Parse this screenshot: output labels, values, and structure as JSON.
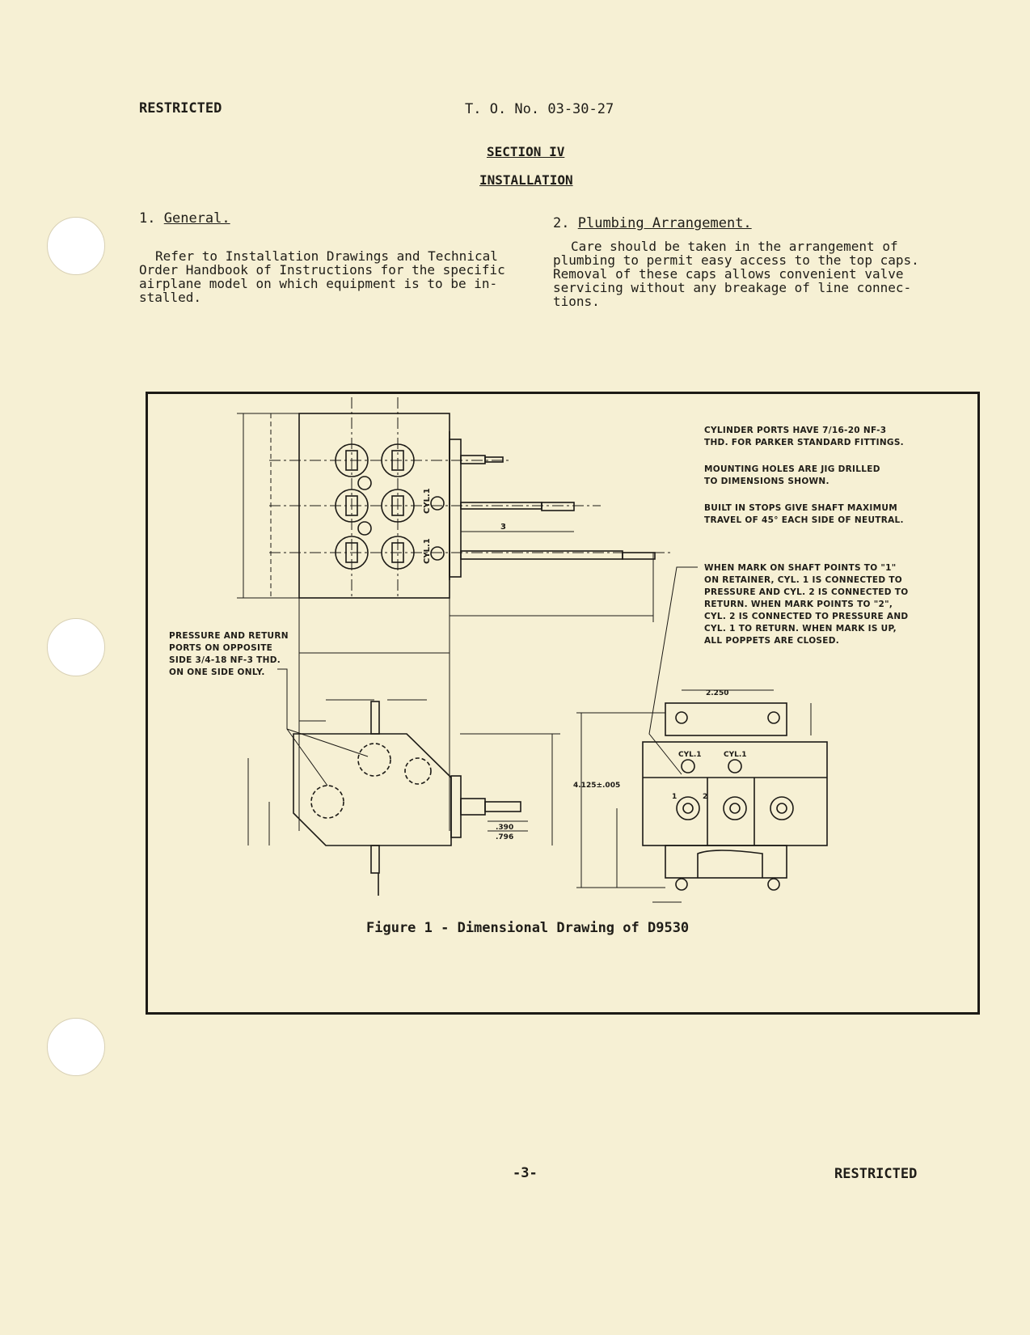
{
  "header": {
    "classification": "RESTRICTED",
    "order_number": "T. O. No. 03-30-27"
  },
  "section": {
    "number": "SECTION IV",
    "title": "INSTALLATION"
  },
  "paragraphs": [
    {
      "heading_num": "1.",
      "heading": "General.",
      "lines": [
        "Refer to Installation Drawings and Technical",
        "Order Handbook of Instructions for the specific",
        "airplane model on which equipment is to be in-",
        "stalled."
      ]
    },
    {
      "heading_num": "2.",
      "heading": "Plumbing Arrangement.",
      "lines": [
        "Care should be taken in the arrangement of",
        "plumbing to permit easy access to the top caps.",
        "Removal of these caps allows convenient valve",
        "servicing without any breakage of line connec-",
        "tions."
      ]
    }
  ],
  "figure": {
    "caption": "Figure 1 - Dimensional Drawing of D9530",
    "notes": {
      "cylinder_ports": [
        "CYLINDER PORTS HAVE 7/16-20 NF-3",
        "THD. FOR PARKER STANDARD FITTINGS."
      ],
      "mounting_holes": [
        "MOUNTING HOLES ARE JIG DRILLED",
        "TO DIMENSIONS SHOWN."
      ],
      "stops": [
        "BUILT IN STOPS GIVE SHAFT MAXIMUM",
        "TRAVEL OF 45° EACH SIDE OF NEUTRAL."
      ],
      "mark": [
        "WHEN MARK ON SHAFT POINTS TO \"1\"",
        "ON RETAINER, CYL. 1 IS CONNECTED TO",
        "PRESSURE AND CYL. 2 IS CONNECTED TO",
        "RETURN. WHEN MARK POINTS TO \"2\",",
        "CYL. 2 IS CONNECTED TO PRESSURE AND",
        "CYL. 1 TO RETURN. WHEN MARK IS UP,",
        "ALL POPPETS ARE CLOSED."
      ],
      "pressure_ports": [
        "PRESSURE AND RETURN",
        "PORTS ON OPPOSITE",
        "SIDE 3/4-18 NF-3 THD.",
        "ON ONE SIDE ONLY."
      ]
    },
    "labels": {
      "cyl1": "CYL.1",
      "dim_2250": "2.250",
      "dim_4125": "4.125±.005",
      "dim_390": ".390",
      "dim_796": ".796",
      "dim_3": "3",
      "port_1": "1",
      "port_2": "2"
    }
  },
  "footer": {
    "page": "-3-",
    "classification": "RESTRICTED"
  }
}
